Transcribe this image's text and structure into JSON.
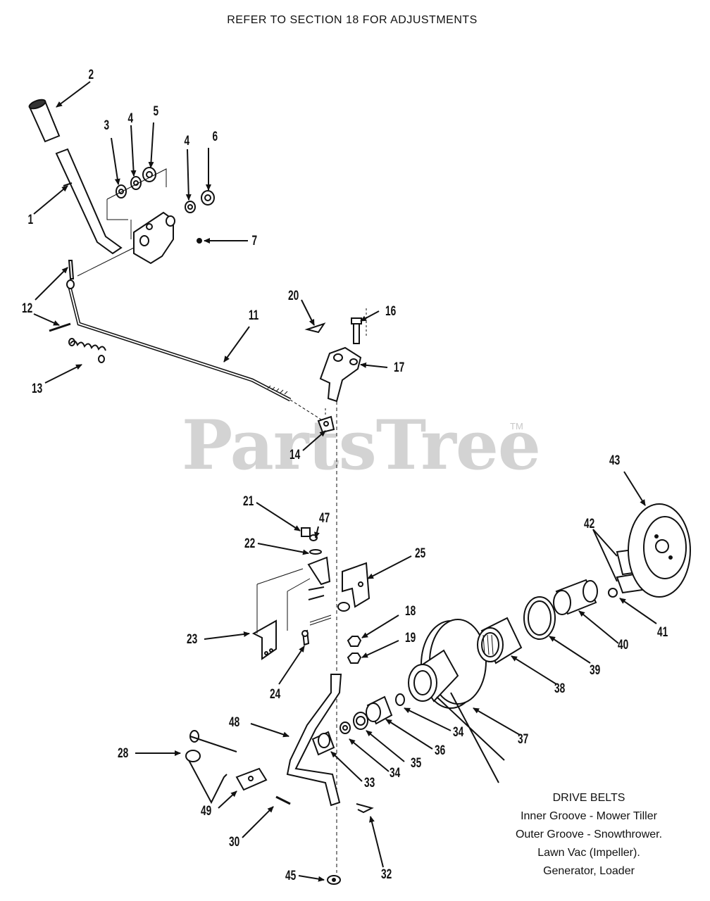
{
  "header": {
    "note": "REFER TO SECTION 18 FOR ADJUSTMENTS"
  },
  "watermark": {
    "text": "PartsTree",
    "trademark": "TM"
  },
  "callouts": [
    {
      "id": "c2",
      "label": "2"
    },
    {
      "id": "c3",
      "label": "3"
    },
    {
      "id": "c4a",
      "label": "4"
    },
    {
      "id": "c5",
      "label": "5"
    },
    {
      "id": "c4b",
      "label": "4"
    },
    {
      "id": "c6",
      "label": "6"
    },
    {
      "id": "c1",
      "label": "1"
    },
    {
      "id": "c7",
      "label": "7"
    },
    {
      "id": "c12a",
      "label": "12"
    },
    {
      "id": "c12b",
      "label": "12"
    },
    {
      "id": "c13",
      "label": "13"
    },
    {
      "id": "c11",
      "label": "11"
    },
    {
      "id": "c20",
      "label": "20"
    },
    {
      "id": "c16",
      "label": "16"
    },
    {
      "id": "c17",
      "label": "17"
    },
    {
      "id": "c14",
      "label": "14"
    },
    {
      "id": "c43",
      "label": "43"
    },
    {
      "id": "c21",
      "label": "21"
    },
    {
      "id": "c47",
      "label": "47"
    },
    {
      "id": "c22",
      "label": "22"
    },
    {
      "id": "c25",
      "label": "25"
    },
    {
      "id": "c42",
      "label": "42"
    },
    {
      "id": "c23",
      "label": "23"
    },
    {
      "id": "c24",
      "label": "24"
    },
    {
      "id": "c18",
      "label": "18"
    },
    {
      "id": "c19",
      "label": "19"
    },
    {
      "id": "c41",
      "label": "41"
    },
    {
      "id": "c40",
      "label": "40"
    },
    {
      "id": "c39",
      "label": "39"
    },
    {
      "id": "c38",
      "label": "38"
    },
    {
      "id": "c37",
      "label": "37"
    },
    {
      "id": "c34a",
      "label": "34"
    },
    {
      "id": "c36",
      "label": "36"
    },
    {
      "id": "c35",
      "label": "35"
    },
    {
      "id": "c34b",
      "label": "34"
    },
    {
      "id": "c33",
      "label": "33"
    },
    {
      "id": "c48",
      "label": "48"
    },
    {
      "id": "c28",
      "label": "28"
    },
    {
      "id": "c49",
      "label": "49"
    },
    {
      "id": "c30",
      "label": "30"
    },
    {
      "id": "c32",
      "label": "32"
    },
    {
      "id": "c45",
      "label": "45"
    }
  ],
  "drive_belts": {
    "title": "DRIVE BELTS",
    "lines": [
      "Inner Groove - Mower Tiller",
      "Outer Groove - Snowthrower.",
      "Lawn Vac (Impeller).",
      "Generator, Loader"
    ]
  }
}
